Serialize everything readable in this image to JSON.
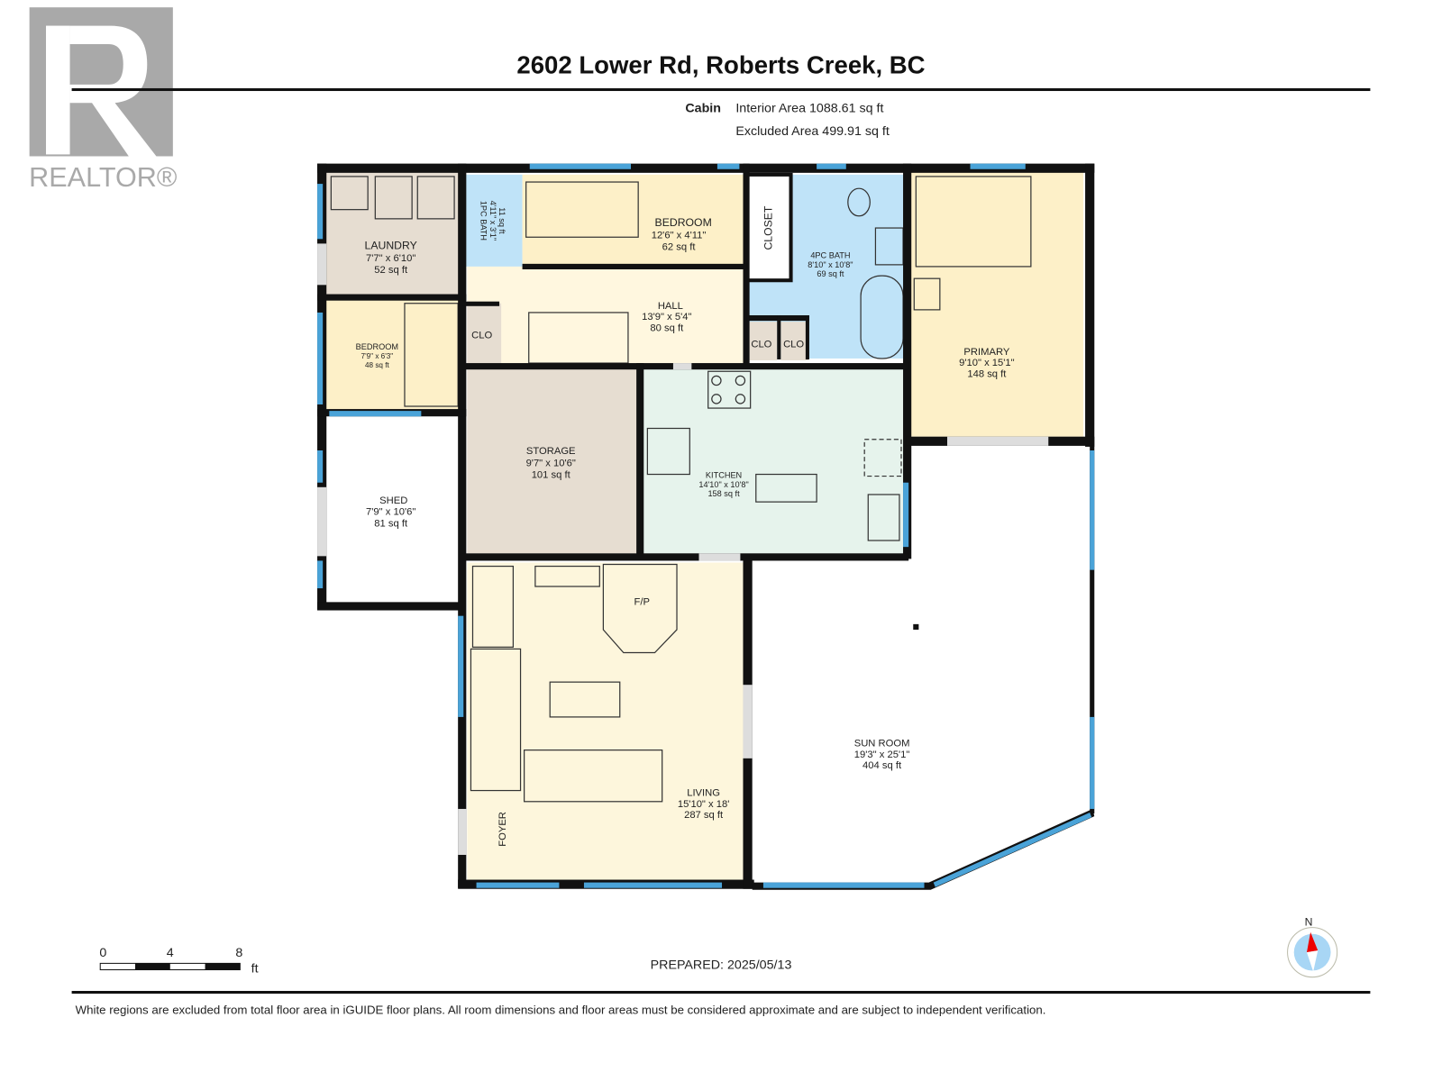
{
  "header": {
    "title": "2602 Lower Rd, Roberts Creek, BC",
    "level": "Cabin",
    "interior_area": "Interior Area 1088.61 sq ft",
    "excluded_area": "Excluded Area 499.91 sq ft"
  },
  "logo": {
    "text": "REALTOR®",
    "icon": "realtor-r-logo"
  },
  "rooms": {
    "laundry": {
      "name": "LAUNDRY",
      "dims": "7'7\" x 6'10\"",
      "area": "52 sq ft"
    },
    "bath1": {
      "name": "1PC BATH",
      "dims": "4'11\" x 3'1\"",
      "area": "11 sq ft"
    },
    "bedroom_top": {
      "name": "BEDROOM",
      "dims": "12'6\" x 4'11\"",
      "area": "62 sq ft"
    },
    "closet": {
      "name": "CLOSET"
    },
    "bath4": {
      "name": "4PC BATH",
      "dims": "8'10\" x 10'8\"",
      "area": "69 sq ft"
    },
    "primary": {
      "name": "PRIMARY",
      "dims": "9'10\" x 15'1\"",
      "area": "148 sq ft"
    },
    "hall": {
      "name": "HALL",
      "dims": "13'9\" x 5'4\"",
      "area": "80 sq ft"
    },
    "clo_left": {
      "name": "CLO"
    },
    "clo_a": {
      "name": "CLO"
    },
    "clo_b": {
      "name": "CLO"
    },
    "bedroom_left": {
      "name": "BEDROOM",
      "dims": "7'9\" x 6'3\"",
      "area": "48 sq ft"
    },
    "shed": {
      "name": "SHED",
      "dims": "7'9\" x 10'6\"",
      "area": "81 sq ft"
    },
    "storage": {
      "name": "STORAGE",
      "dims": "9'7\" x 10'6\"",
      "area": "101 sq ft"
    },
    "kitchen": {
      "name": "KITCHEN",
      "dims": "14'10\" x 10'8\"",
      "area": "158 sq ft"
    },
    "fireplace": {
      "name": "F/P"
    },
    "living": {
      "name": "LIVING",
      "dims": "15'10\" x 18'",
      "area": "287 sq ft"
    },
    "foyer": {
      "name": "FOYER"
    },
    "sunroom": {
      "name": "SUN ROOM",
      "dims": "19'3\" x 25'1\"",
      "area": "404 sq ft"
    }
  },
  "scale": {
    "ticks": [
      "0",
      "4",
      "8"
    ],
    "unit": "ft"
  },
  "prepared": "PREPARED: 2025/05/13",
  "compass": {
    "label": "N",
    "icon": "compass-icon"
  },
  "footer": "White regions are excluded from total floor area in iGUIDE floor plans. All room dimensions and floor areas must be considered approximate and are subject to independent verification.",
  "colors": {
    "wall": "#111111",
    "window": "#4aa3d8",
    "taupe": "#e6ddd1",
    "blue": "#bfe3f8",
    "yellow": "#fdf0c8",
    "cream": "#fff7df",
    "mint": "#e6f3ec"
  }
}
